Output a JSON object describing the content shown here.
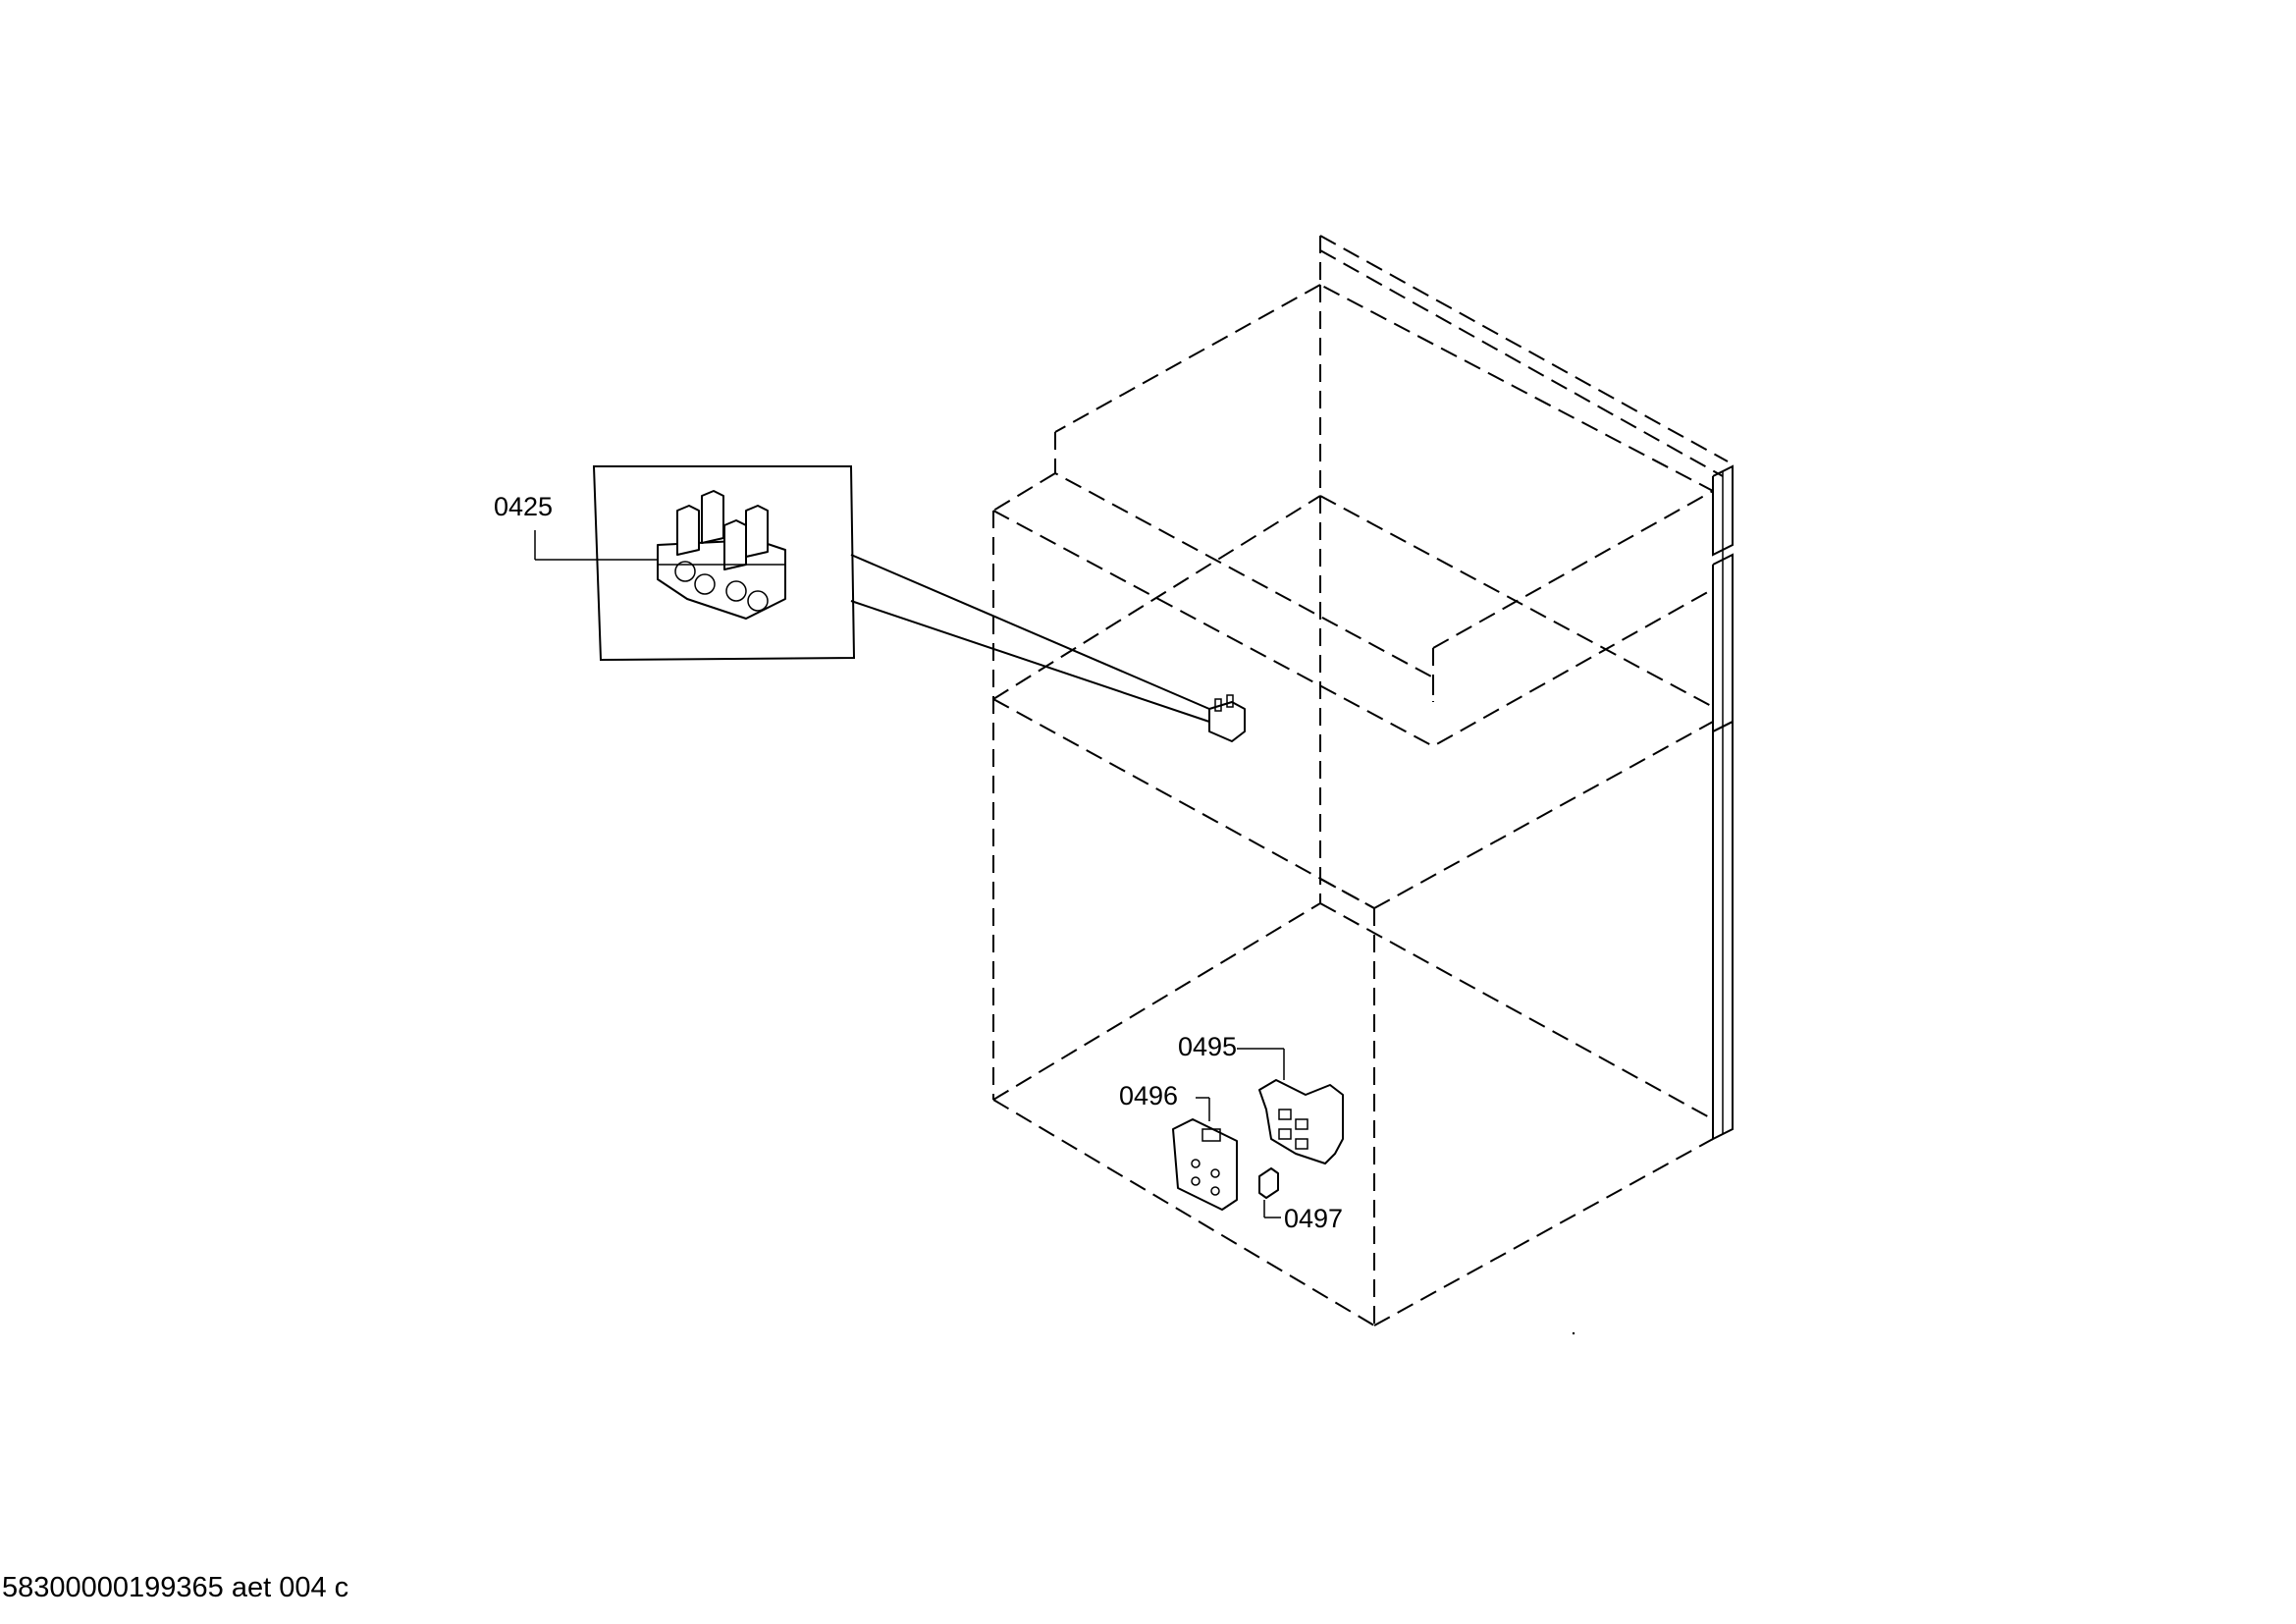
{
  "diagram": {
    "parts": [
      {
        "id": "0425",
        "label": "0425"
      },
      {
        "id": "0495",
        "label": "0495"
      },
      {
        "id": "0496",
        "label": "0496"
      },
      {
        "id": "0497",
        "label": "0497"
      }
    ],
    "footer": "58300000199365 aet 004 c"
  }
}
